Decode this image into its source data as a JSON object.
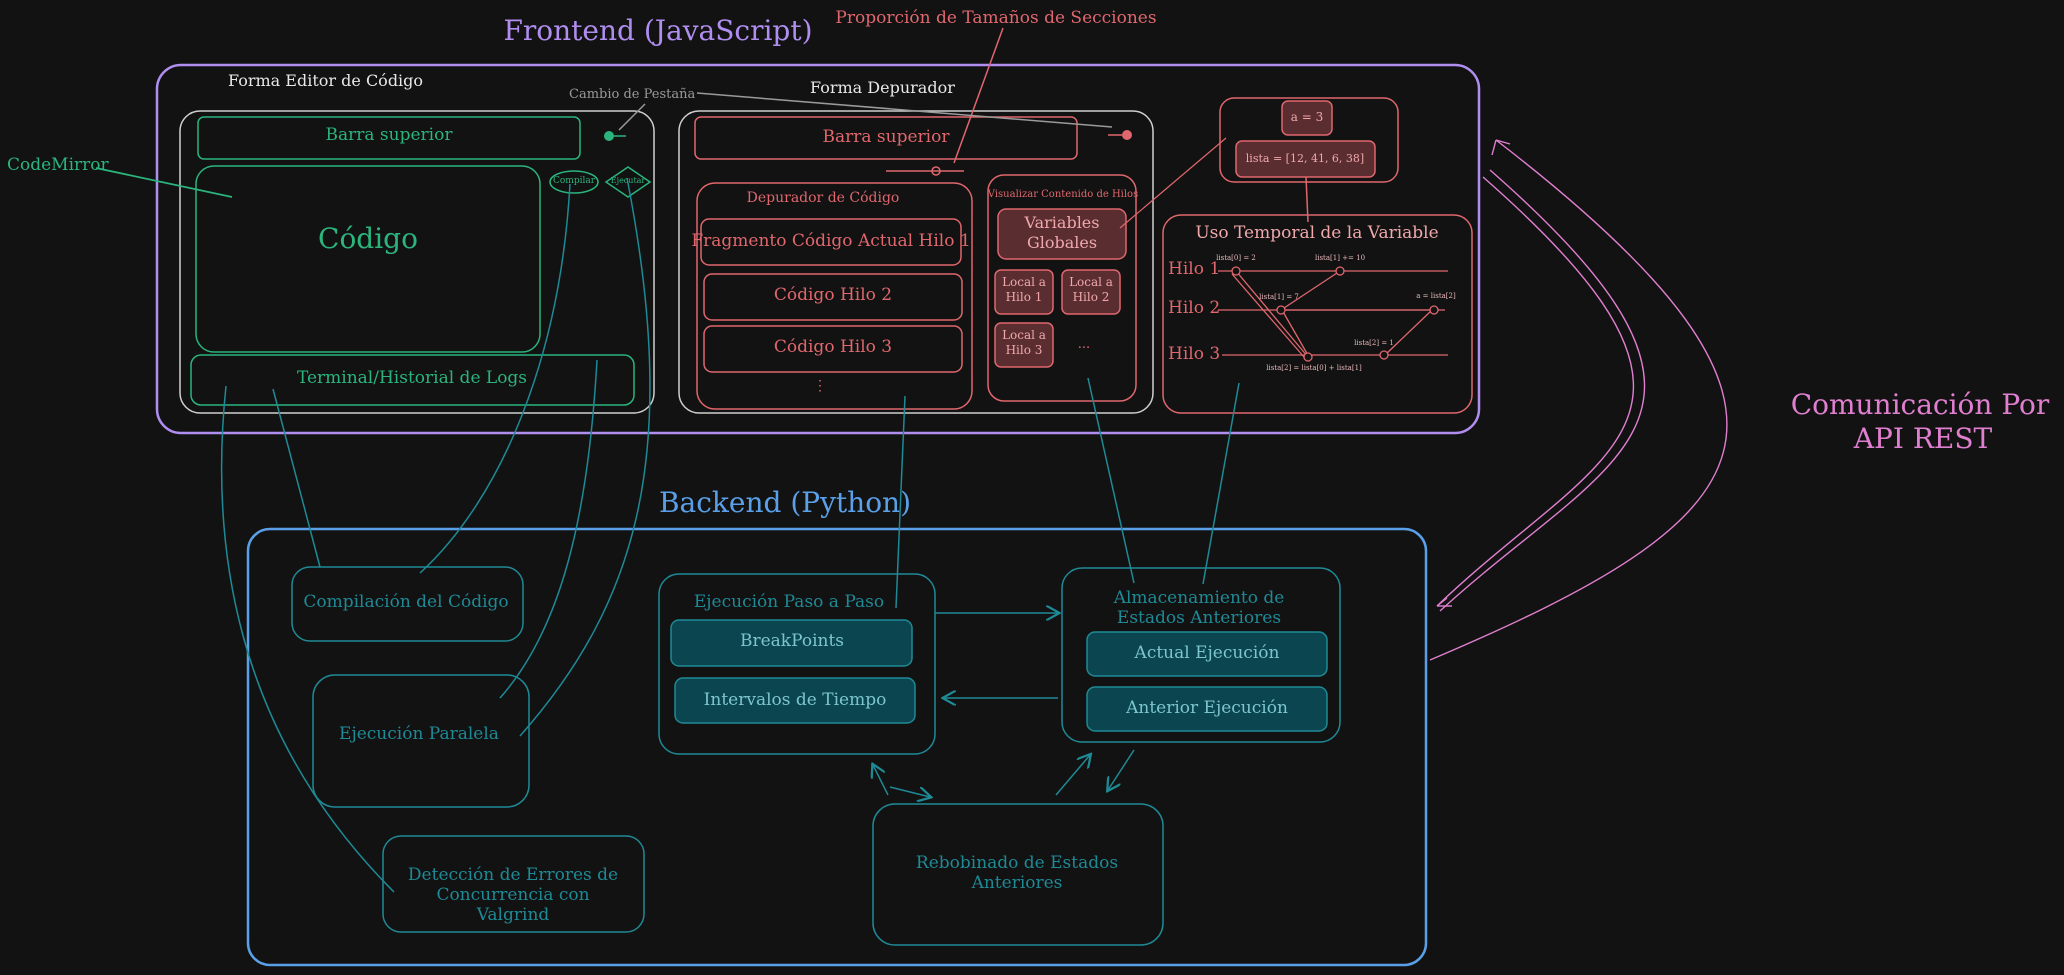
{
  "colors": {
    "background": "#121212",
    "frontend": "#b08ef0",
    "backend": "#5aa0e8",
    "editor": "#2bb57d",
    "debugger": "#e0676e",
    "teal": "#1e8a96",
    "pink": "#e07fd0",
    "white": "#e8e8e8",
    "gray": "#9a9a9a"
  },
  "frontend": {
    "title": "Frontend (JavaScript)",
    "sizes_note": "Proporción de Tamaños de Secciones",
    "tab_change_note": "Cambio de Pestaña",
    "codemirror": "CodeMirror",
    "editor": {
      "title": "Forma Editor de Código",
      "top_bar": "Barra superior",
      "code": "Código",
      "compile": "Compilar",
      "run": "Ejecutar",
      "terminal": "Terminal/Historial de Logs"
    },
    "debugger": {
      "title": "Forma Depurador",
      "top_bar": "Barra superior",
      "code_debugger": {
        "title": "Depurador de Código",
        "thread1": "Fragmento Código Actual Hilo 1",
        "thread2": "Código Hilo 2",
        "thread3": "Código Hilo 3",
        "more": "⋮"
      },
      "threads_view": {
        "title": "Visualizar Contenido de Hilos",
        "globals": "Variables Globales",
        "local1": "Local a Hilo 1",
        "local2": "Local a Hilo 2",
        "local3": "Local a Hilo 3",
        "more": "..."
      }
    },
    "popup": {
      "a": "a = 3",
      "lista": "lista = [12, 41, 6, 38]"
    },
    "timeline": {
      "title": "Uso Temporal de la Variable",
      "rows": [
        "Hilo 1",
        "Hilo 2",
        "Hilo 3"
      ],
      "labels": {
        "l1": "lista[0] = 2",
        "l2": "lista[1] += 10",
        "l3": "lista[1] = 7",
        "l4": "a = lista[2]",
        "l5": "lista[2] = 1",
        "l6": "lista[2] = lista[0] + lista[1]"
      }
    }
  },
  "api": {
    "line1": "Comunicación Por",
    "line2": "API REST"
  },
  "backend": {
    "title": "Backend (Python)",
    "compilation": "Compilación del Código",
    "parallel": "Ejecución Paralela",
    "valgrind": "Detección de Errores de Concurrencia con Valgrind",
    "stepping": {
      "title": "Ejecución Paso a Paso",
      "breakpoints": "BreakPoints",
      "intervals": "Intervalos de Tiempo"
    },
    "storage": {
      "title": "Almacenamiento de Estados Anteriores",
      "current": "Actual Ejecución",
      "previous": "Anterior Ejecución"
    },
    "rewind": "Rebobinado de Estados Anteriores"
  }
}
